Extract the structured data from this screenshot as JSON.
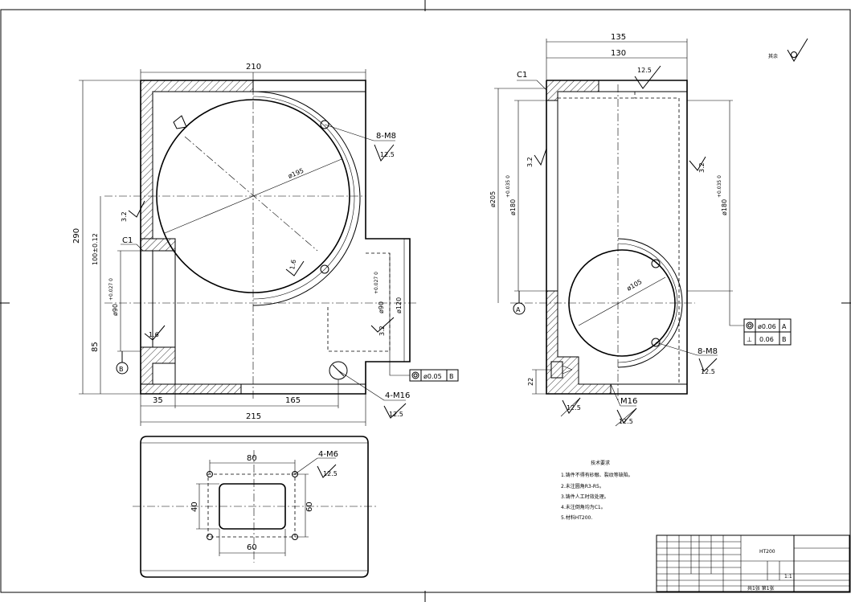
{
  "front_view": {
    "width_top": "210",
    "height_total": "290",
    "height_bore": "100±0.12",
    "height_lower": "85",
    "bore_dia": "ø90",
    "bore_tol": "+0.027\n0",
    "hole_circle": "ø195",
    "tapped_holes": "8-M8",
    "roughness_tapped": "12.5",
    "chamfer": "C1",
    "roughness_left": "3.2",
    "roughness_circle": "1.6",
    "roughness_bottom": "1.6",
    "datum_b": "B",
    "right_dia_90": "ø90",
    "right_tol": "+0.027\n0",
    "right_dia_120": "ø120",
    "roughness_right": "3.2",
    "coaxiality_value": "ø0.05",
    "coaxiality_ref": "B",
    "tapped_m16": "4-M16",
    "roughness_m16": "12.5",
    "base_35": "35",
    "base_165": "165",
    "base_215": "215"
  },
  "side_view": {
    "width_135": "135",
    "width_130": "130",
    "roughness_top": "12.5",
    "chamfer": "C1",
    "dia_205": "ø205",
    "dia_180_left": "ø180",
    "tol_left": "+0.035\n0",
    "roughness_left": "3.2",
    "dia_180_right": "ø180",
    "tol_right": "+0.035\n0",
    "roughness_right": "3.2",
    "datum_a": "A",
    "hole_circle": "ø105",
    "tol_box_row1_sym": "◎",
    "tol_box_row1_val": "ø0.06",
    "tol_box_row1_ref": "A",
    "tol_box_row2_sym": "⊥",
    "tol_box_row2_val": "0.06",
    "tol_box_row2_ref": "B",
    "tapped_holes": "8-M8",
    "roughness_tapped": "12.5",
    "dim_22": "22",
    "roughness_bottom": "12.5",
    "thread_m16": "M16",
    "roughness_m16": "12.5"
  },
  "bottom_view": {
    "tapped_holes": "4-M6",
    "roughness": "12.5",
    "dim_80": "80",
    "dim_40": "40",
    "dim_60_right": "60",
    "dim_60_bottom": "60"
  },
  "general_roughness": {
    "label": "其余"
  },
  "notes": {
    "heading": "技术要求",
    "items": [
      "1.铸件不得有砂眼、裂纹等缺陷。",
      "2.未注圆角R3-R5。",
      "3.铸件人工时效处理。",
      "4.未注倒角均为C1。",
      "5.材料HT200."
    ]
  },
  "title_block": {
    "material": "HT200",
    "scale": "1:1",
    "sheet": "共1张 第1张"
  }
}
